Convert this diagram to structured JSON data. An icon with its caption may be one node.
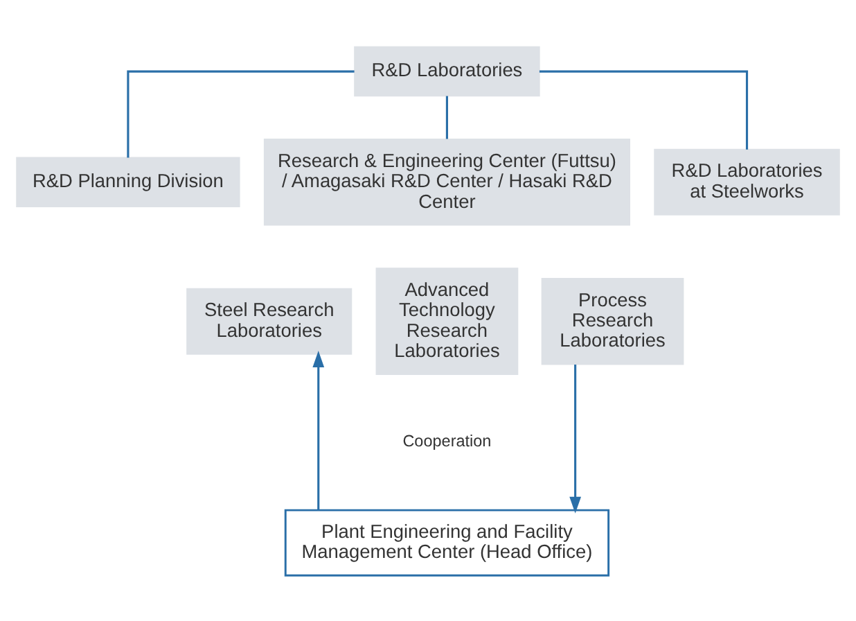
{
  "diagram": {
    "nodes": [
      {
        "text": [
          "R&D Laboratories"
        ]
      },
      {
        "text": [
          "R&D Planning Division"
        ]
      },
      {
        "text": [
          "Research & Engineering Center (Futtsu) / Amagasaki R&D Center / Hasaki R&D Center"
        ]
      },
      {
        "text": [
          "R&D Laboratories at Steelworks"
        ]
      },
      {
        "text": [
          "Steel Research Laboratories"
        ]
      },
      {
        "text": [
          "Advanced Technology Research Laboratories"
        ]
      },
      {
        "text": [
          "Process Research Laboratories"
        ]
      },
      {
        "text": [
          "Plant Engineering and Facility Management Center (Head Office)"
        ]
      }
    ],
    "edges": [
      {
        "from": 0,
        "to": 1,
        "arrow": "none"
      },
      {
        "from": 0,
        "to": 2,
        "arrow": "none"
      },
      {
        "from": 0,
        "to": 3,
        "arrow": "none"
      },
      {
        "from": 7,
        "to": 4,
        "arrow": "to"
      },
      {
        "from": 6,
        "to": 7,
        "arrow": "to"
      }
    ],
    "labels": [
      "Cooperation"
    ]
  }
}
